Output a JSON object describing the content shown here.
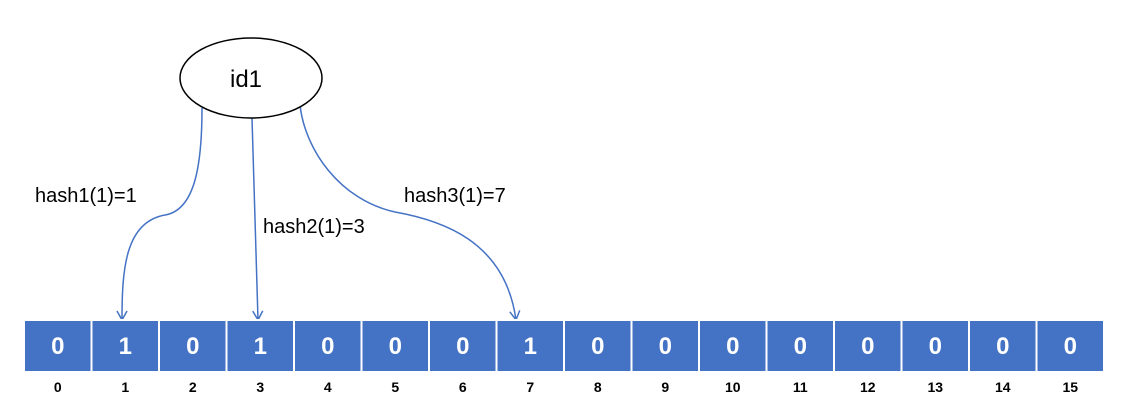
{
  "node": {
    "label": "id1"
  },
  "hashes": [
    {
      "label": "hash1(1)=1",
      "target": 1
    },
    {
      "label": "hash2(1)=3",
      "target": 3
    },
    {
      "label": "hash3(1)=7",
      "target": 7
    }
  ],
  "bits": [
    0,
    1,
    0,
    1,
    0,
    0,
    0,
    1,
    0,
    0,
    0,
    0,
    0,
    0,
    0,
    0
  ],
  "indices": [
    "0",
    "1",
    "2",
    "3",
    "4",
    "5",
    "6",
    "7",
    "8",
    "9",
    "10",
    "11",
    "12",
    "13",
    "14",
    "15"
  ],
  "colors": {
    "cell_fill": "#4472C4",
    "arrow": "#4472C4",
    "cell_text": "#FFFFFF"
  }
}
